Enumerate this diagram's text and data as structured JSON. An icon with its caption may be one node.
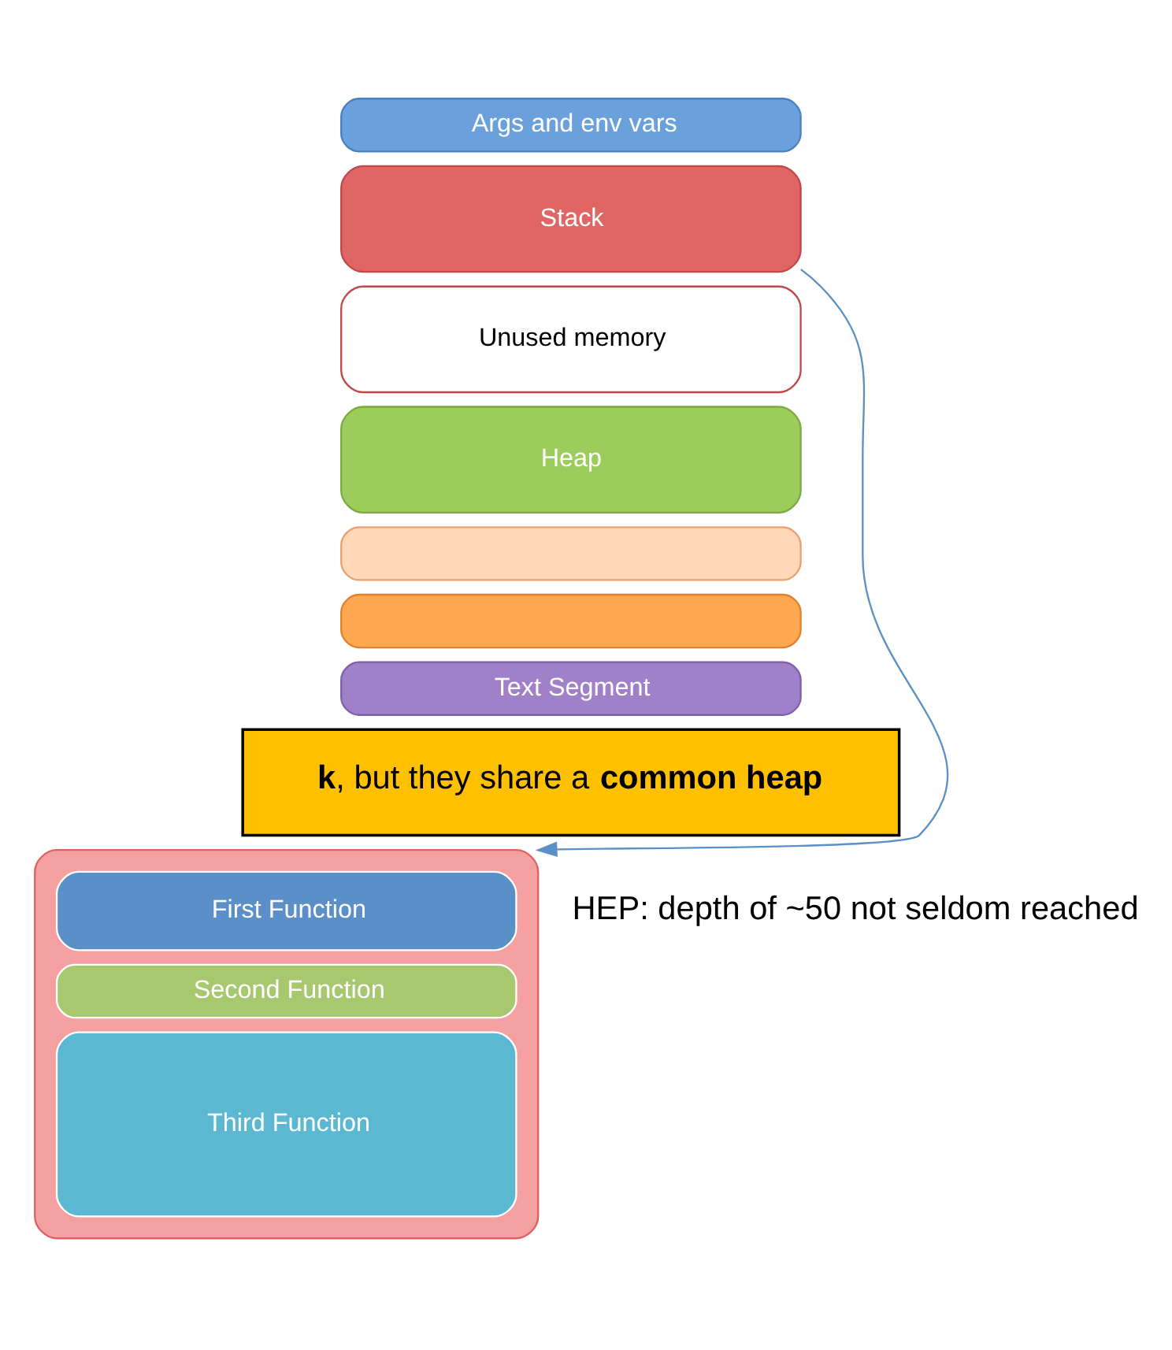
{
  "diagram": {
    "nodes": [
      {
        "text": [
          "Args and env vars"
        ]
      },
      {
        "text": [
          "Stack"
        ]
      },
      {
        "text": [
          "Unused memory"
        ]
      },
      {
        "text": [
          "Heap"
        ]
      },
      {
        "text": [],
        "shape": "box"
      },
      {
        "text": [],
        "shape": "box"
      },
      {
        "text": [
          "Text Segment"
        ]
      },
      {
        "text": [
          "**k**, but they share a **common heap**"
        ]
      },
      {
        "text": [],
        "shape": "box"
      },
      {
        "text": [
          "First Function"
        ],
        "in": 8
      },
      {
        "text": [
          "Second Function"
        ],
        "in": 8
      },
      {
        "text": [
          "Third Function"
        ],
        "in": 8
      }
    ],
    "edges": [
      {
        "from": 1,
        "to": 8,
        "arrow": "to"
      }
    ],
    "labels": [
      "HEP: depth of ~50 not seldom reached"
    ]
  }
}
